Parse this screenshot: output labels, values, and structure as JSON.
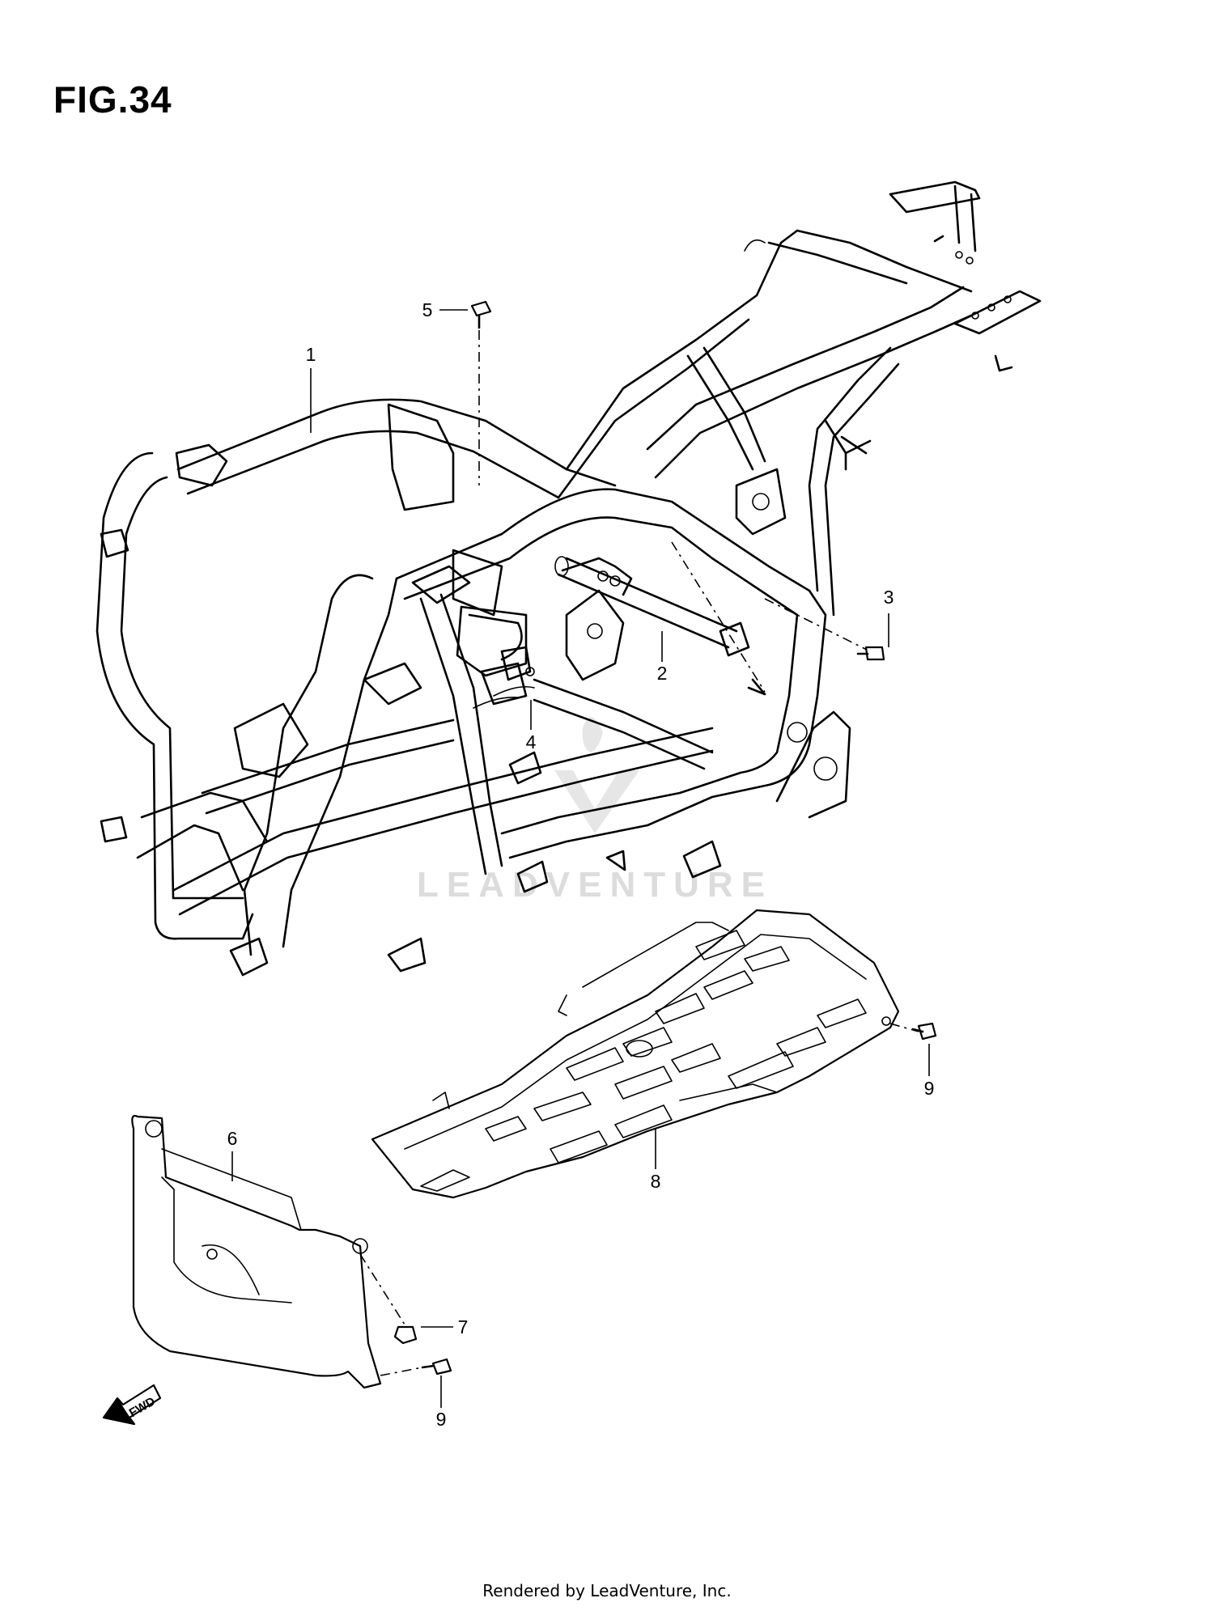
{
  "figure": {
    "title": "FIG.34"
  },
  "callouts": [
    {
      "id": "1",
      "label": "1"
    },
    {
      "id": "2",
      "label": "2"
    },
    {
      "id": "3",
      "label": "3"
    },
    {
      "id": "4",
      "label": "4"
    },
    {
      "id": "5",
      "label": "5"
    },
    {
      "id": "6",
      "label": "6"
    },
    {
      "id": "7",
      "label": "7"
    },
    {
      "id": "8",
      "label": "8"
    },
    {
      "id": "9a",
      "label": "9"
    },
    {
      "id": "9b",
      "label": "9"
    }
  ],
  "direction_arrow": {
    "label": "FWD",
    "icon": "fwd-arrow-icon"
  },
  "watermark": {
    "text": "LEADVENTURE"
  },
  "footer": {
    "text": "Rendered by LeadVenture, Inc."
  }
}
